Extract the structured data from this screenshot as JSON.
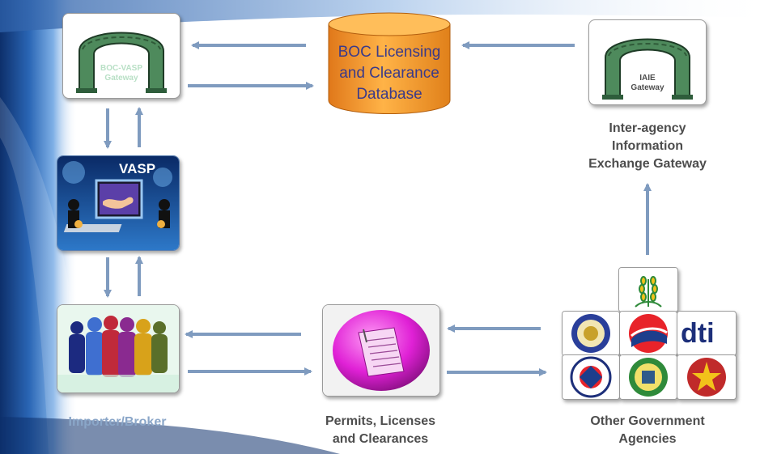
{
  "database": {
    "lines": [
      "BOC Licensing",
      "and Clearance",
      "Database"
    ]
  },
  "boc_gateway": {
    "lines": [
      "BOC-VASP",
      "Gateway"
    ]
  },
  "iaie_gateway": {
    "lines": [
      "IAIE",
      "Gateway"
    ]
  },
  "iaie_caption": [
    "Inter-agency",
    "Information",
    "Exchange Gateway"
  ],
  "vasp": {
    "label": "VASP"
  },
  "importer": {
    "label": "Importer/Broker"
  },
  "permits": {
    "lines": [
      "Permits, Licenses",
      "and Clearances"
    ]
  },
  "agencies": {
    "lines": [
      "Other Government",
      "Agencies"
    ],
    "dti_text": "dti"
  },
  "colors": {
    "arrow": "#7f9bbf",
    "database_fill": "#f5a027",
    "arch_green": "#4e8a5c",
    "caption_gray": "#4d4d4d",
    "permits_magenta": "#e021d6",
    "background_blue": "#1c4b8f"
  }
}
